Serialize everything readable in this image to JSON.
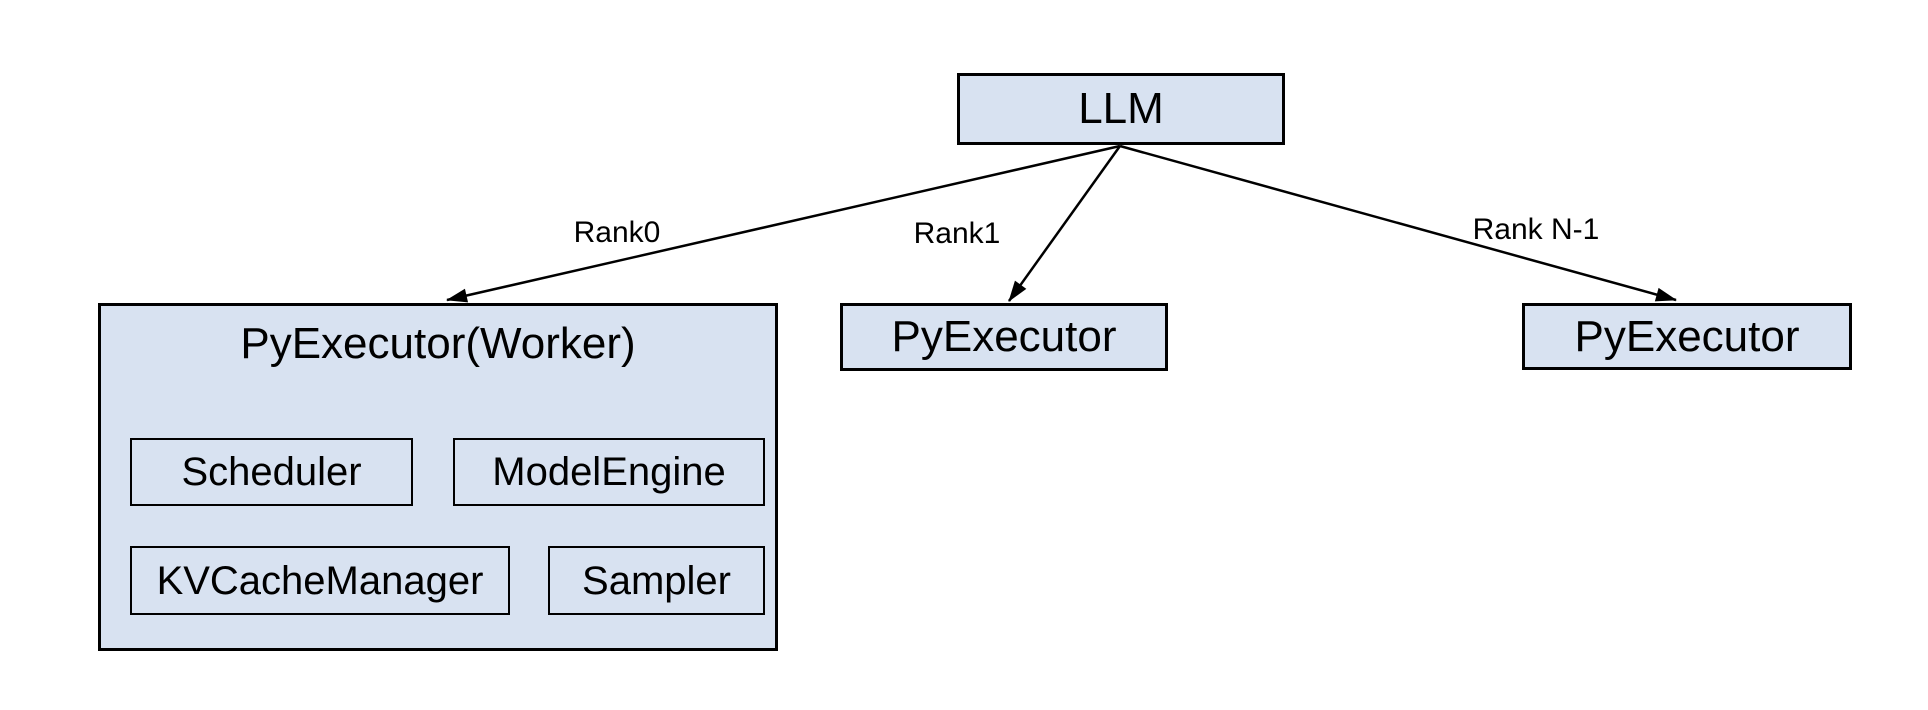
{
  "colors": {
    "background": "#ffffff",
    "box_fill": "#d8e2f1",
    "box_border": "#000000",
    "line": "#000000",
    "text": "#000000"
  },
  "llm": {
    "label": "LLM"
  },
  "edges": [
    {
      "label": "Rank0"
    },
    {
      "label": "Rank1"
    },
    {
      "label": "Rank N-1"
    }
  ],
  "worker": {
    "title": "PyExecutor(Worker)",
    "components": [
      {
        "label": "Scheduler"
      },
      {
        "label": "ModelEngine"
      },
      {
        "label": "KVCacheManager"
      },
      {
        "label": "Sampler"
      }
    ]
  },
  "executors": [
    {
      "label": "PyExecutor"
    },
    {
      "label": "PyExecutor"
    }
  ]
}
